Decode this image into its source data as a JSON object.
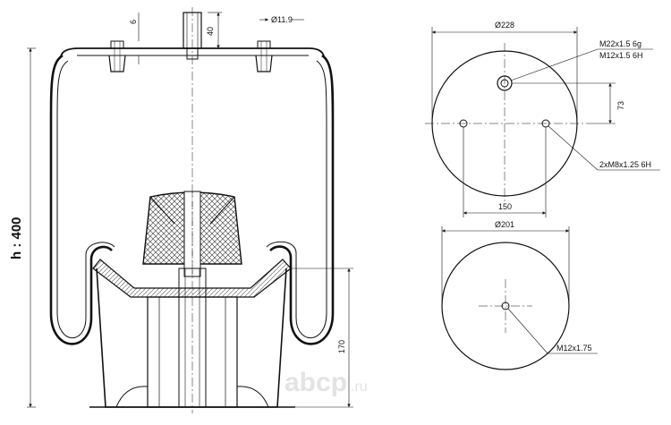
{
  "side_view": {
    "height_label": "h : 400",
    "dim_top_offset": "6",
    "dim_stud_height": "40",
    "dim_hole_diameter": "Ø11.9",
    "dim_piston_height": "170"
  },
  "top_view": {
    "dim_diameter": "Ø228",
    "label_thread_1": "M22x1.5 6g",
    "label_thread_2": "M12x1.5 6H",
    "dim_offset": "73",
    "label_holes": "2xM8x1.25 6H",
    "dim_hole_spacing": "150"
  },
  "bottom_view": {
    "dim_diameter": "Ø201",
    "label_thread": "M12x1.75"
  },
  "watermark": {
    "brand": "аbcp",
    "suffix": ".ru"
  }
}
